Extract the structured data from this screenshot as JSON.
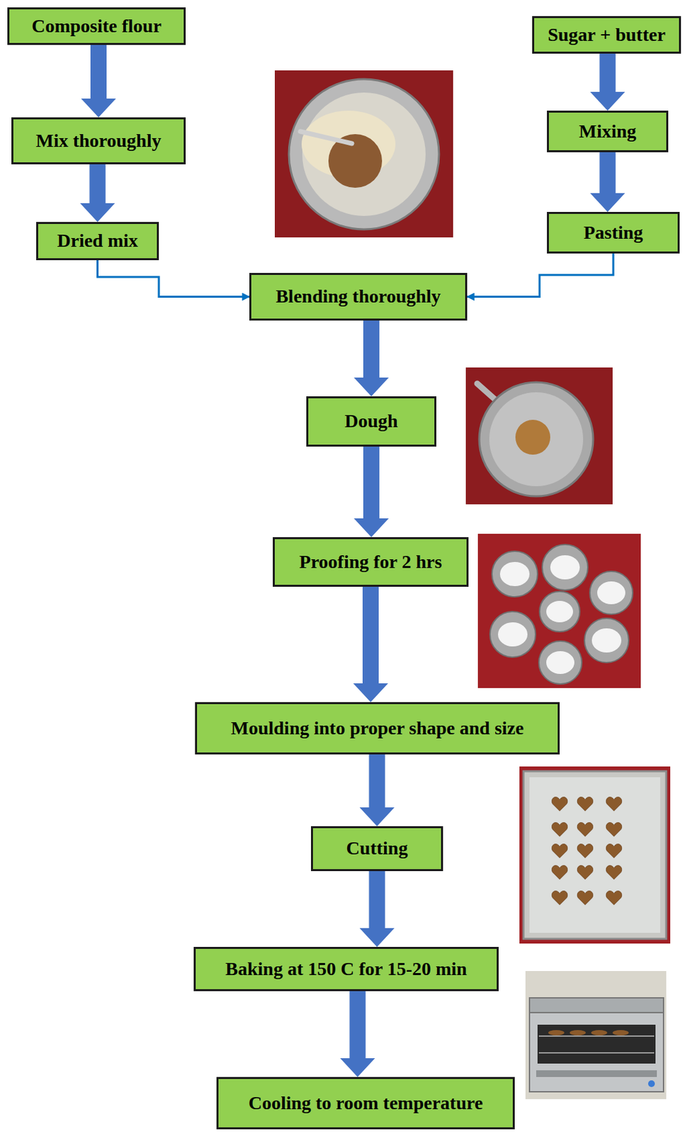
{
  "diagram": {
    "nodes": [
      {
        "text": [
          "Composite flour"
        ]
      },
      {
        "text": [
          "Mix thoroughly"
        ]
      },
      {
        "text": [
          "Dried mix"
        ]
      },
      {
        "text": [
          "Sugar + butter"
        ]
      },
      {
        "text": [
          "Mixing"
        ]
      },
      {
        "text": [
          "Pasting"
        ]
      },
      {
        "text": [
          "Blending thoroughly"
        ]
      },
      {
        "text": [
          "Dough"
        ]
      },
      {
        "text": [
          "Proofing for 2 hrs"
        ]
      },
      {
        "text": [
          "Moulding into proper shape and size"
        ]
      },
      {
        "text": [
          "Cutting"
        ]
      },
      {
        "text": [
          "Baking at 150 C for 15-20 min"
        ]
      },
      {
        "text": [
          "Cooling to room temperature"
        ]
      }
    ],
    "edges": [
      {
        "from": 0,
        "to": 1,
        "arrow": "to"
      },
      {
        "from": 1,
        "to": 2,
        "arrow": "to"
      },
      {
        "from": 3,
        "to": 4,
        "arrow": "to"
      },
      {
        "from": 4,
        "to": 5,
        "arrow": "to"
      },
      {
        "from": 2,
        "to": 6,
        "arrow": "to"
      },
      {
        "from": 5,
        "to": 6,
        "arrow": "to"
      },
      {
        "from": 6,
        "to": 7,
        "arrow": "to"
      },
      {
        "from": 7,
        "to": 8,
        "arrow": "to"
      },
      {
        "from": 8,
        "to": 9,
        "arrow": "to"
      },
      {
        "from": 9,
        "to": 10,
        "arrow": "to"
      },
      {
        "from": 10,
        "to": 11,
        "arrow": "to"
      },
      {
        "from": 11,
        "to": 12,
        "arrow": "to"
      }
    ]
  }
}
